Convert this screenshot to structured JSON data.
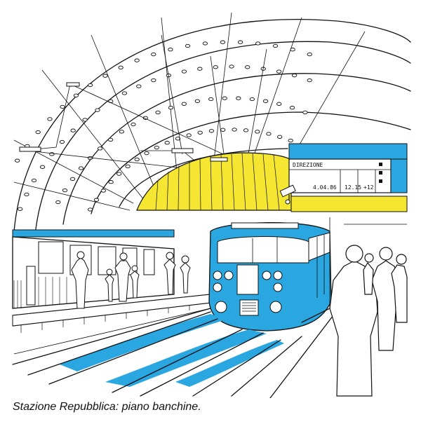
{
  "caption": "Stazione Repubblica: piano banchine.",
  "sign": {
    "heading": "DIREZIONE",
    "date": "4.04.86",
    "time": "12.15",
    "extra": "+12"
  },
  "colors": {
    "accent_blue": "#2aa6e0",
    "accent_yellow": "#f5e632",
    "ink": "#111111",
    "paper": "#ffffff"
  }
}
